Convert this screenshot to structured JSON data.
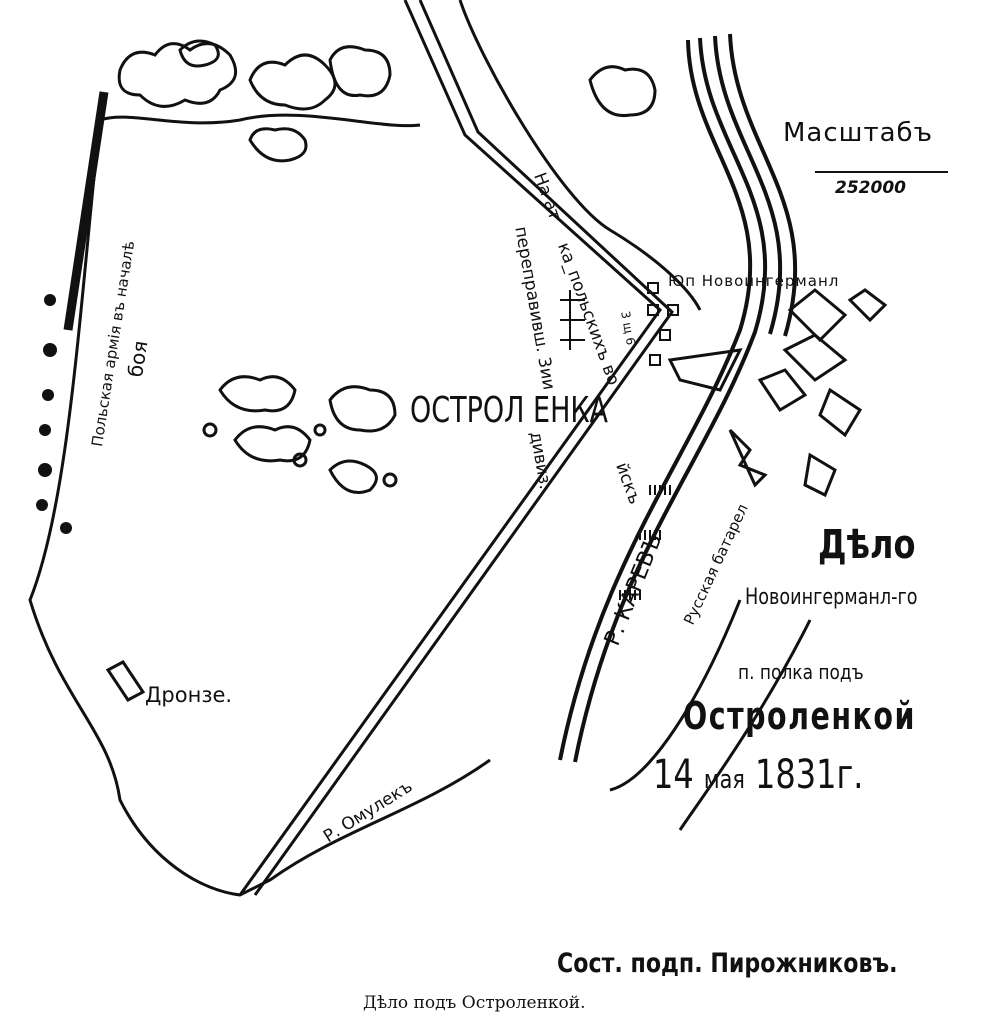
{
  "scale": {
    "title": "Масштабъ",
    "value": "252000"
  },
  "labels": {
    "polish_army": "Польская армія въ началѣ",
    "polish_army_2": "боя",
    "town": "ОСТРОЛ ЕНКА",
    "attack_1": "На ат",
    "attack_2": "ка_польскихъ во",
    "attack_3": "йскъ",
    "crossed_1": "переправивш. 3ии",
    "crossed_2": "дивиз.",
    "battalion": "3 щ 6",
    "regiment": "Юп Новоингерманл",
    "river_narew": "Р. КАРЕВЪ",
    "battery": "Русская батарел",
    "village": "Дронзе.",
    "river_omulew": "Р. Омулекъ"
  },
  "title_block": {
    "line1": "Дѣло",
    "line2": "Новоингерманл-го",
    "line3": "п. полка подъ",
    "line4": "Остроленкой",
    "date_day": "14",
    "date_month": "мая",
    "date_year": "1831г."
  },
  "author": "Сост. подп. Пирожниковъ.",
  "caption": "Дѣло подъ Остроленкой."
}
